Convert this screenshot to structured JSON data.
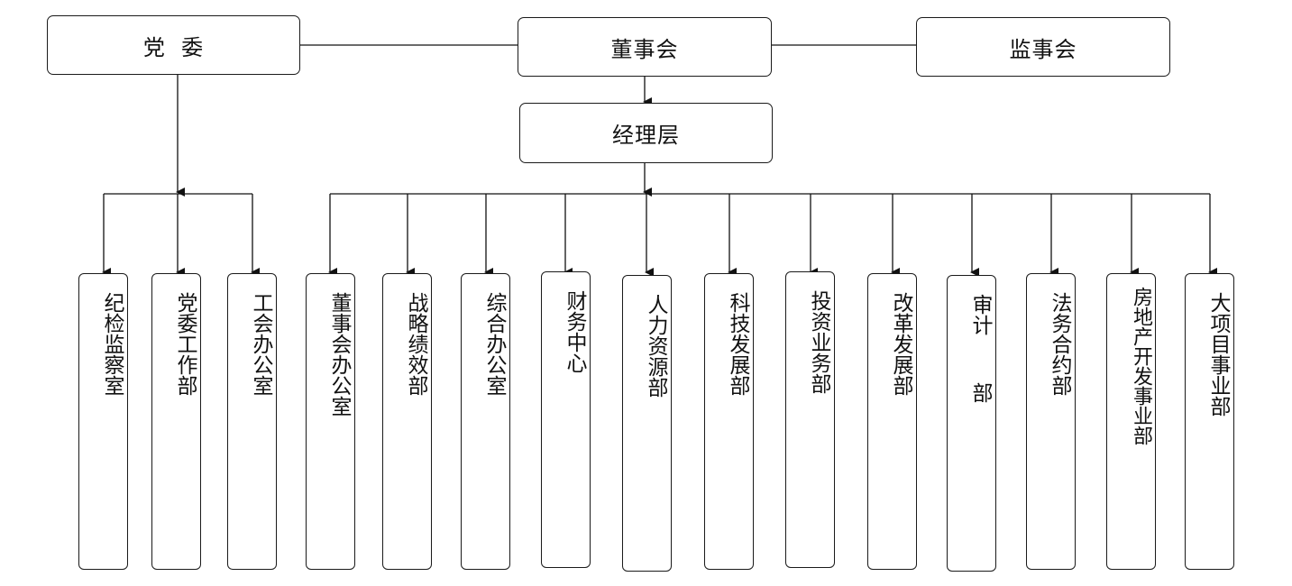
{
  "top": {
    "party": "党  委",
    "board": "董事会",
    "supervisors": "监事会"
  },
  "management": "经理层",
  "party_units": [
    {
      "label": "纪检监察室"
    },
    {
      "label": "党委工作部"
    },
    {
      "label": "工会办公室"
    }
  ],
  "mgmt_units": [
    {
      "label": "董事会办公室"
    },
    {
      "label": "战略绩效部"
    },
    {
      "label": "综合办公室"
    },
    {
      "label": "财务中心"
    },
    {
      "label": "人力资源部"
    },
    {
      "label": "科技发展部"
    },
    {
      "label": "投资业务部"
    },
    {
      "label": "改革发展部"
    },
    {
      "label": "审计  部"
    },
    {
      "label": "法务合约部"
    },
    {
      "label": "房地产开发事业部"
    },
    {
      "label": "大项目事业部"
    }
  ]
}
